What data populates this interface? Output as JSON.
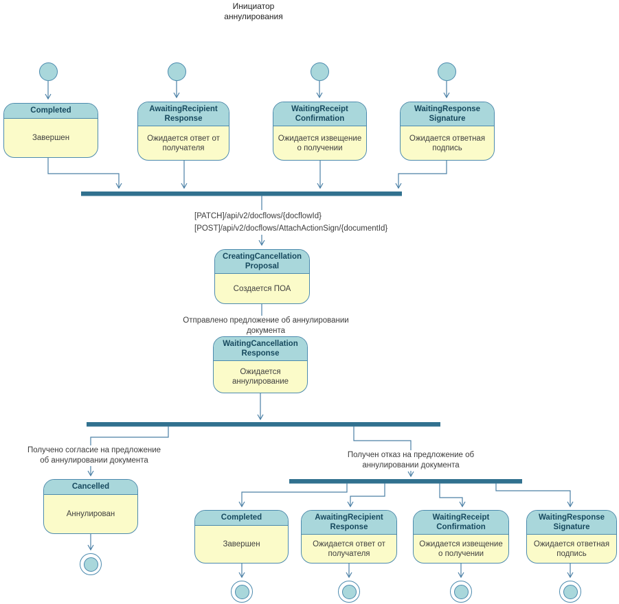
{
  "title": "Инициатор аннулирования",
  "states": [
    {
      "title": "Completed",
      "body": "Завершен"
    },
    {
      "title": "AwaitingRecipient Response",
      "body": "Ожидается ответ от получателя"
    },
    {
      "title": "WaitingReceipt Confirmation",
      "body": "Ожидается извещение о получении"
    },
    {
      "title": "WaitingResponse Signature",
      "body": "Ожидается ответная подпись"
    },
    {
      "title": "CreatingCancellation Proposal",
      "body": "Создается ПОА"
    },
    {
      "title": "WaitingCancellation Response",
      "body": "Ожидается аннулирование"
    },
    {
      "title": "Cancelled",
      "body": "Аннулирован"
    },
    {
      "title": "Completed",
      "body": "Завершен"
    },
    {
      "title": "AwaitingRecipient Response",
      "body": "Ожидается ответ от получателя"
    },
    {
      "title": "WaitingReceipt Confirmation",
      "body": "Ожидается извещение о получении"
    },
    {
      "title": "WaitingResponse Signature",
      "body": "Ожидается ответная подпись"
    }
  ],
  "labels": {
    "api": [
      "[PATCH]/api/v2/docflows/{docflowId}",
      "[POST]/api/v2/docflows/AttachActionSign/{documentId}"
    ],
    "sent_proposal": "Отправлено предложение об аннулировании документа",
    "agreement_received": "Получено согласие на предложение об аннулировании документа",
    "refusal_received": "Получен отказ на предложение об аннулировании документа"
  },
  "colors": {
    "state_header_fill": "#a9d7db",
    "state_body_fill": "#fbfbc9",
    "state_border": "#4a89ad",
    "state_title_text": "#17495e",
    "body_text": "#3e3e3e",
    "fork_bar": "#31718f",
    "connector": "#4a7fa5"
  }
}
